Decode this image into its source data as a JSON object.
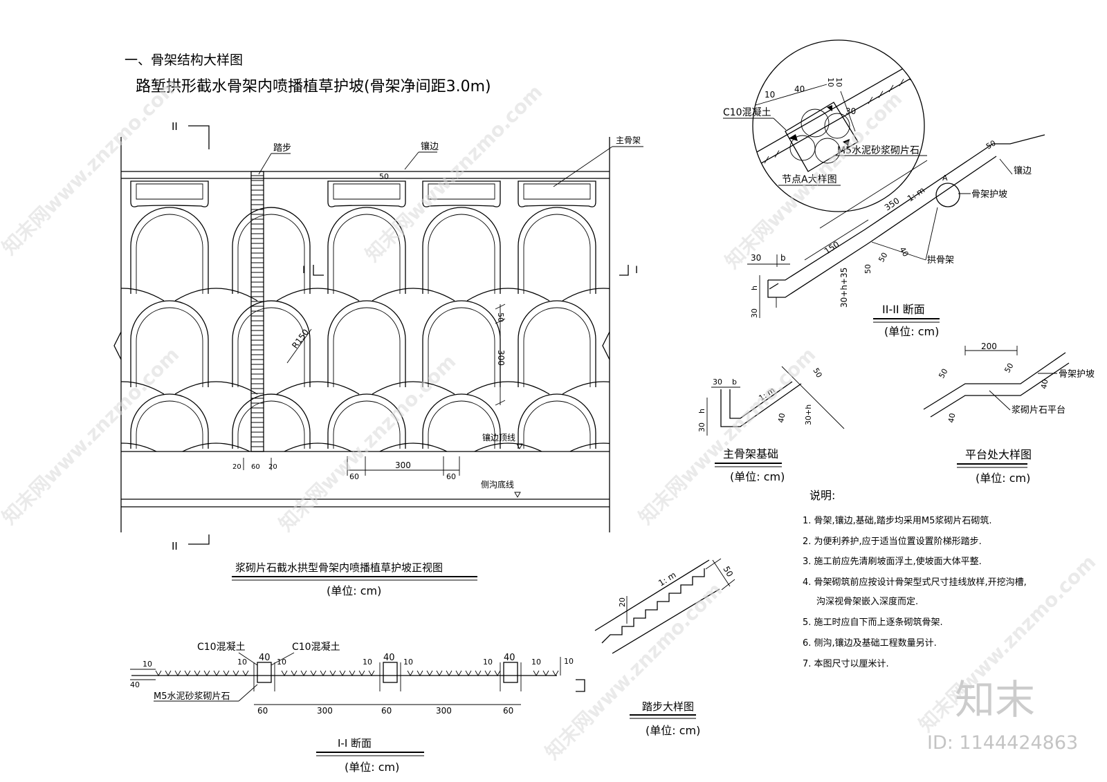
{
  "heading": {
    "section": "一、骨架结构大样图",
    "subtitle": "路堑拱形截水骨架内喷播植草护坡(骨架净间距3.0m)"
  },
  "front_view": {
    "section_mark": "II",
    "section_mark_i": "I",
    "labels": {
      "step": "踏步",
      "edging": "镶边",
      "main_frame": "主骨架",
      "radius": "R150",
      "edging_top": "镶边顶线",
      "ditch_bottom": "侧沟底线"
    },
    "dims": {
      "d50": "50",
      "d300": "300",
      "d20": "20",
      "d60": "60"
    },
    "caption": "浆砌片石截水拱型骨架内喷播植草护坡正视图",
    "unit": "(单位: cm)"
  },
  "section_1": {
    "c10a": "C10混凝土",
    "c10b": "C10混凝土",
    "m5": "M5水泥砂浆砌片石",
    "d10": "10",
    "d40": "40",
    "d60": "60",
    "d300": "300",
    "caption": "I-I 断面",
    "unit": "(单位: cm)"
  },
  "step_detail": {
    "slope": "1: m",
    "d20": "20",
    "d50": "50",
    "caption": "踏步大样图",
    "unit": "(单位: cm)"
  },
  "node_a": {
    "c10": "C10混凝土",
    "m5": "M5水泥砂浆砌片石",
    "d10": "10",
    "d40": "40",
    "d30": "30",
    "caption": "节点A大样图"
  },
  "section_2": {
    "edging": "镶边",
    "frame_slope": "骨架护坡",
    "arch_frame": "拱骨架",
    "node": "A",
    "slope": "1: m",
    "d350": "350",
    "d150": "150",
    "d30": "30",
    "d50": "50",
    "d40": "40",
    "b": "b",
    "h": "h",
    "h_expr": "30+h+35",
    "d30v": "30",
    "caption": "II-II 断面",
    "unit": "(单位: cm)"
  },
  "main_foundation": {
    "d30": "30",
    "b": "b",
    "h": "h",
    "d30v": "30",
    "d50": "50",
    "d40": "40",
    "slope": "1: m",
    "h_expr": "30+h",
    "caption": "主骨架基础",
    "unit": "(单位: cm)"
  },
  "platform": {
    "d200": "200",
    "d50a": "50",
    "d50b": "50",
    "d40": "40",
    "d40b": "40",
    "frame_slope": "骨架护坡",
    "platform_label": "浆砌片石平台",
    "caption": "平台处大样图",
    "unit": "(单位: cm)"
  },
  "notes": {
    "title": "说明:",
    "items": [
      "1. 骨架,镶边,基础,踏步均采用M5浆砌片石砌筑.",
      "2. 为便利养护,应于适当位置设置阶梯形踏步.",
      "3. 施工前应先清刷坡面浮土,使坡面大体平整.",
      "4. 骨架砌筑前应按设计骨架型式尺寸挂线放样,开挖沟槽,",
      "沟深视骨架嵌入深度而定.",
      "5. 施工时应自下而上逐条砌筑骨架.",
      "6. 侧沟,镶边及基础工程数量另计.",
      "7. 本图尺寸以厘米计."
    ]
  },
  "watermark": {
    "site": "知末网www.znzmo.com",
    "brand": "知末",
    "id": "ID: 1144424863"
  }
}
